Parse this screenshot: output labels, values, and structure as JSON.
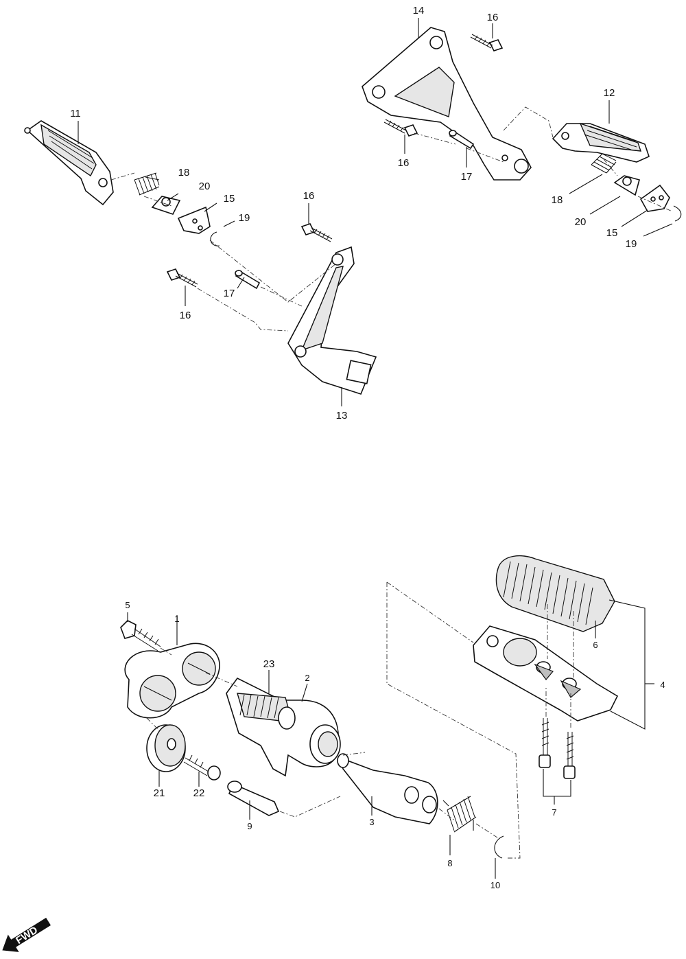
{
  "callouts": {
    "c1": "1",
    "c2": "2",
    "c3": "3",
    "c4": "4",
    "c5": "5",
    "c6": "6",
    "c7": "7",
    "c8": "8",
    "c9": "9",
    "c10": "10",
    "c11": "11",
    "c12": "12",
    "c13": "13",
    "c14": "14",
    "c15": "15",
    "c16": "16",
    "c17": "17",
    "c18": "18",
    "c19": "19",
    "c20": "20",
    "c21": "21",
    "c22": "22",
    "c23": "23"
  },
  "direction_badge": {
    "label": "FWD"
  }
}
